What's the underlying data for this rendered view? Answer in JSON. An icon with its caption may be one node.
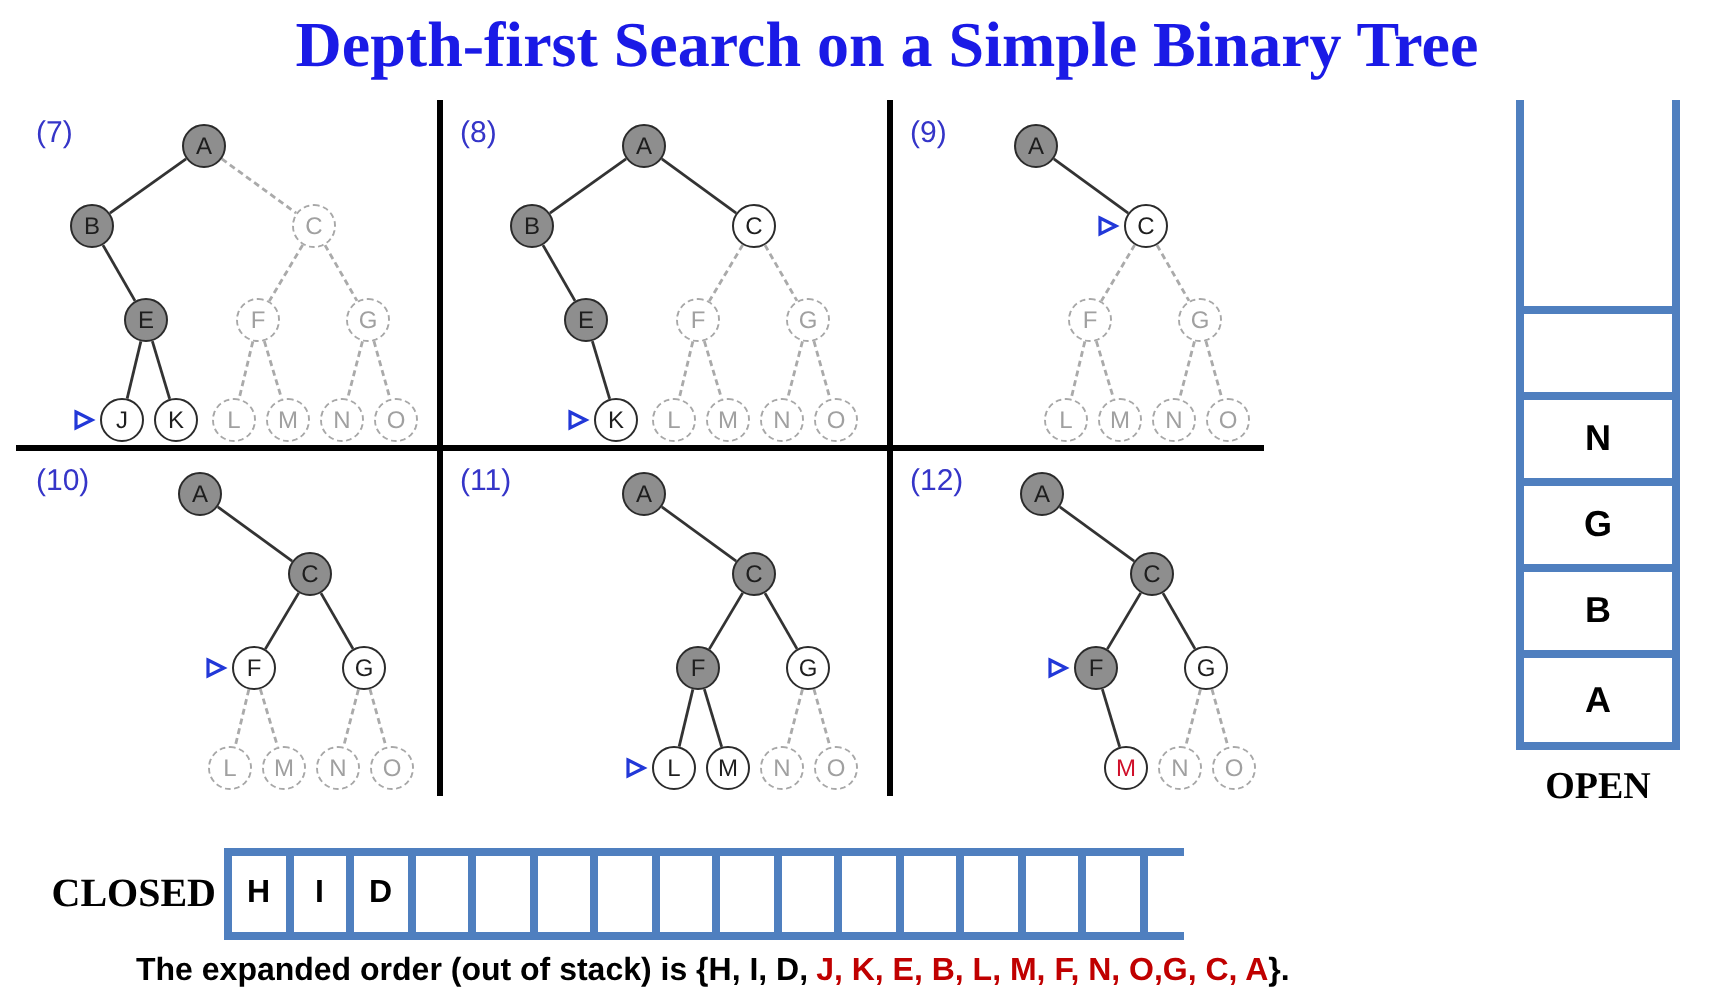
{
  "diagram": {
    "title": "Depth-first Search on a Simple Binary Tree",
    "nodes": [
      {
        "text": [
          "(7)"
        ]
      },
      {
        "text": [
          "A"
        ],
        "in": 0
      },
      {
        "text": [
          "B"
        ],
        "in": 0
      },
      {
        "text": [
          "C"
        ],
        "in": 0
      },
      {
        "text": [
          "E"
        ],
        "in": 0
      },
      {
        "text": [
          "F"
        ],
        "in": 0
      },
      {
        "text": [
          "G"
        ],
        "in": 0
      },
      {
        "text": [
          "J"
        ],
        "in": 0
      },
      {
        "text": [
          "K"
        ],
        "in": 0
      },
      {
        "text": [
          "L"
        ],
        "in": 0
      },
      {
        "text": [
          "M"
        ],
        "in": 0
      },
      {
        "text": [
          "N"
        ],
        "in": 0
      },
      {
        "text": [
          "O"
        ],
        "in": 0
      },
      {
        "text": [
          "(8)"
        ]
      },
      {
        "text": [
          "A"
        ],
        "in": 13
      },
      {
        "text": [
          "B"
        ],
        "in": 13
      },
      {
        "text": [
          "C"
        ],
        "in": 13
      },
      {
        "text": [
          "E"
        ],
        "in": 13
      },
      {
        "text": [
          "F"
        ],
        "in": 13
      },
      {
        "text": [
          "G"
        ],
        "in": 13
      },
      {
        "text": [
          "K"
        ],
        "in": 13
      },
      {
        "text": [
          "L"
        ],
        "in": 13
      },
      {
        "text": [
          "M"
        ],
        "in": 13
      },
      {
        "text": [
          "N"
        ],
        "in": 13
      },
      {
        "text": [
          "O"
        ],
        "in": 13
      },
      {
        "text": [
          "(9)"
        ]
      },
      {
        "text": [
          "A"
        ],
        "in": 25
      },
      {
        "text": [
          "C"
        ],
        "in": 25
      },
      {
        "text": [
          "F"
        ],
        "in": 25
      },
      {
        "text": [
          "G"
        ],
        "in": 25
      },
      {
        "text": [
          "L"
        ],
        "in": 25
      },
      {
        "text": [
          "M"
        ],
        "in": 25
      },
      {
        "text": [
          "N"
        ],
        "in": 25
      },
      {
        "text": [
          "O"
        ],
        "in": 25
      },
      {
        "text": [
          "(10)"
        ]
      },
      {
        "text": [
          "A"
        ],
        "in": 34
      },
      {
        "text": [
          "C"
        ],
        "in": 34
      },
      {
        "text": [
          "F"
        ],
        "in": 34
      },
      {
        "text": [
          "G"
        ],
        "in": 34
      },
      {
        "text": [
          "L"
        ],
        "in": 34
      },
      {
        "text": [
          "M"
        ],
        "in": 34
      },
      {
        "text": [
          "N"
        ],
        "in": 34
      },
      {
        "text": [
          "O"
        ],
        "in": 34
      },
      {
        "text": [
          "(11)"
        ]
      },
      {
        "text": [
          "A"
        ],
        "in": 43
      },
      {
        "text": [
          "C"
        ],
        "in": 43
      },
      {
        "text": [
          "F"
        ],
        "in": 43
      },
      {
        "text": [
          "G"
        ],
        "in": 43
      },
      {
        "text": [
          "L"
        ],
        "in": 43
      },
      {
        "text": [
          "M"
        ],
        "in": 43
      },
      {
        "text": [
          "N"
        ],
        "in": 43
      },
      {
        "text": [
          "O"
        ],
        "in": 43
      },
      {
        "text": [
          "(12)"
        ]
      },
      {
        "text": [
          "A"
        ],
        "in": 52
      },
      {
        "text": [
          "C"
        ],
        "in": 52
      },
      {
        "text": [
          "F"
        ],
        "in": 52
      },
      {
        "text": [
          "G"
        ],
        "in": 52
      },
      {
        "text": [
          "M"
        ],
        "in": 52
      },
      {
        "text": [
          "N"
        ],
        "in": 52
      },
      {
        "text": [
          "O"
        ],
        "in": 52
      },
      {
        "text": [],
        "shape": "box",
        "beside": [
          "OPEN"
        ]
      },
      {
        "text": [],
        "shape": "box",
        "in": 60
      },
      {
        "text": [],
        "shape": "box",
        "in": 60
      },
      {
        "text": [
          "N"
        ],
        "in": 60
      },
      {
        "text": [
          "G"
        ],
        "in": 60
      },
      {
        "text": [
          "B"
        ],
        "in": 60
      },
      {
        "text": [
          "A"
        ],
        "in": 60
      },
      {
        "text": [],
        "shape": "box",
        "beside": [
          "CLOSED"
        ]
      },
      {
        "text": [
          "H"
        ],
        "in": 67
      },
      {
        "text": [
          "I"
        ],
        "in": 67
      },
      {
        "text": [
          "D"
        ],
        "in": 67
      },
      {
        "text": [],
        "shape": "box",
        "in": 67
      },
      {
        "text": [],
        "shape": "box",
        "in": 67
      },
      {
        "text": [],
        "shape": "box",
        "in": 67
      },
      {
        "text": [],
        "shape": "box",
        "in": 67
      },
      {
        "text": [],
        "shape": "box",
        "in": 67
      },
      {
        "text": [],
        "shape": "box",
        "in": 67
      },
      {
        "text": [],
        "shape": "box",
        "in": 67
      },
      {
        "text": [],
        "shape": "box",
        "in": 67
      },
      {
        "text": [],
        "shape": "box",
        "in": 67
      },
      {
        "text": [],
        "shape": "box",
        "in": 67
      },
      {
        "text": [],
        "shape": "box",
        "in": 67
      },
      {
        "text": [],
        "shape": "box",
        "in": 67
      }
    ],
    "edges": [
      {
        "from": 1,
        "to": 2,
        "arrow": "none",
        "color": "#333333"
      },
      {
        "from": 1,
        "to": 3,
        "arrow": "none",
        "style": "dashed"
      },
      {
        "from": 2,
        "to": 4,
        "arrow": "none",
        "color": "#333333"
      },
      {
        "from": 3,
        "to": 5,
        "arrow": "none",
        "style": "dashed"
      },
      {
        "from": 3,
        "to": 6,
        "arrow": "none",
        "style": "dashed"
      },
      {
        "from": 4,
        "to": 7,
        "arrow": "none",
        "color": "#333333"
      },
      {
        "from": 4,
        "to": 8,
        "arrow": "none",
        "color": "#333333"
      },
      {
        "from": 5,
        "to": 9,
        "arrow": "none",
        "style": "dashed"
      },
      {
        "from": 5,
        "to": 10,
        "arrow": "none",
        "style": "dashed"
      },
      {
        "from": 6,
        "to": 11,
        "arrow": "none",
        "style": "dashed"
      },
      {
        "from": 6,
        "to": 12,
        "arrow": "none",
        "style": "dashed"
      },
      {
        "from": 14,
        "to": 15,
        "arrow": "none",
        "color": "#333333"
      },
      {
        "from": 14,
        "to": 16,
        "arrow": "none",
        "color": "#333333"
      },
      {
        "from": 15,
        "to": 17,
        "arrow": "none",
        "color": "#333333"
      },
      {
        "from": 16,
        "to": 18,
        "arrow": "none",
        "style": "dashed"
      },
      {
        "from": 16,
        "to": 19,
        "arrow": "none",
        "style": "dashed"
      },
      {
        "from": 17,
        "to": 20,
        "arrow": "none",
        "color": "#333333"
      },
      {
        "from": 18,
        "to": 21,
        "arrow": "none",
        "style": "dashed"
      },
      {
        "from": 18,
        "to": 22,
        "arrow": "none",
        "style": "dashed"
      },
      {
        "from": 19,
        "to": 23,
        "arrow": "none",
        "style": "dashed"
      },
      {
        "from": 19,
        "to": 24,
        "arrow": "none",
        "style": "dashed"
      },
      {
        "from": 26,
        "to": 27,
        "arrow": "none",
        "color": "#333333"
      },
      {
        "from": 27,
        "to": 28,
        "arrow": "none",
        "style": "dashed"
      },
      {
        "from": 27,
        "to": 29,
        "arrow": "none",
        "style": "dashed"
      },
      {
        "from": 28,
        "to": 30,
        "arrow": "none",
        "style": "dashed"
      },
      {
        "from": 28,
        "to": 31,
        "arrow": "none",
        "style": "dashed"
      },
      {
        "from": 29,
        "to": 32,
        "arrow": "none",
        "style": "dashed"
      },
      {
        "from": 29,
        "to": 33,
        "arrow": "none",
        "style": "dashed"
      },
      {
        "from": 35,
        "to": 36,
        "arrow": "none",
        "color": "#333333"
      },
      {
        "from": 36,
        "to": 37,
        "arrow": "none",
        "color": "#333333"
      },
      {
        "from": 36,
        "to": 38,
        "arrow": "none",
        "color": "#333333"
      },
      {
        "from": 37,
        "to": 39,
        "arrow": "none",
        "style": "dashed"
      },
      {
        "from": 37,
        "to": 40,
        "arrow": "none",
        "style": "dashed"
      },
      {
        "from": 38,
        "to": 41,
        "arrow": "none",
        "style": "dashed"
      },
      {
        "from": 38,
        "to": 42,
        "arrow": "none",
        "style": "dashed"
      },
      {
        "from": 44,
        "to": 45,
        "arrow": "none",
        "color": "#333333"
      },
      {
        "from": 45,
        "to": 46,
        "arrow": "none",
        "color": "#333333"
      },
      {
        "from": 45,
        "to": 47,
        "arrow": "none",
        "color": "#333333"
      },
      {
        "from": 46,
        "to": 48,
        "arrow": "none",
        "color": "#333333"
      },
      {
        "from": 46,
        "to": 49,
        "arrow": "none",
        "color": "#333333"
      },
      {
        "from": 47,
        "to": 50,
        "arrow": "none",
        "style": "dashed"
      },
      {
        "from": 47,
        "to": 51,
        "arrow": "none",
        "style": "dashed"
      },
      {
        "from": 53,
        "to": 54,
        "arrow": "none",
        "color": "#333333"
      },
      {
        "from": 54,
        "to": 55,
        "arrow": "none",
        "color": "#333333"
      },
      {
        "from": 54,
        "to": 56,
        "arrow": "none",
        "color": "#333333"
      },
      {
        "from": 55,
        "to": 57,
        "arrow": "none",
        "color": "#333333"
      },
      {
        "from": 56,
        "to": 58,
        "arrow": "none",
        "style": "dashed"
      },
      {
        "from": 56,
        "to": 59,
        "arrow": "none",
        "style": "dashed"
      }
    ],
    "labels": [
      "The expanded order (out of stack) is {H, I, D,",
      "J, K, E, B, L, M, F, N, O,G, C, A",
      "}."
    ]
  }
}
